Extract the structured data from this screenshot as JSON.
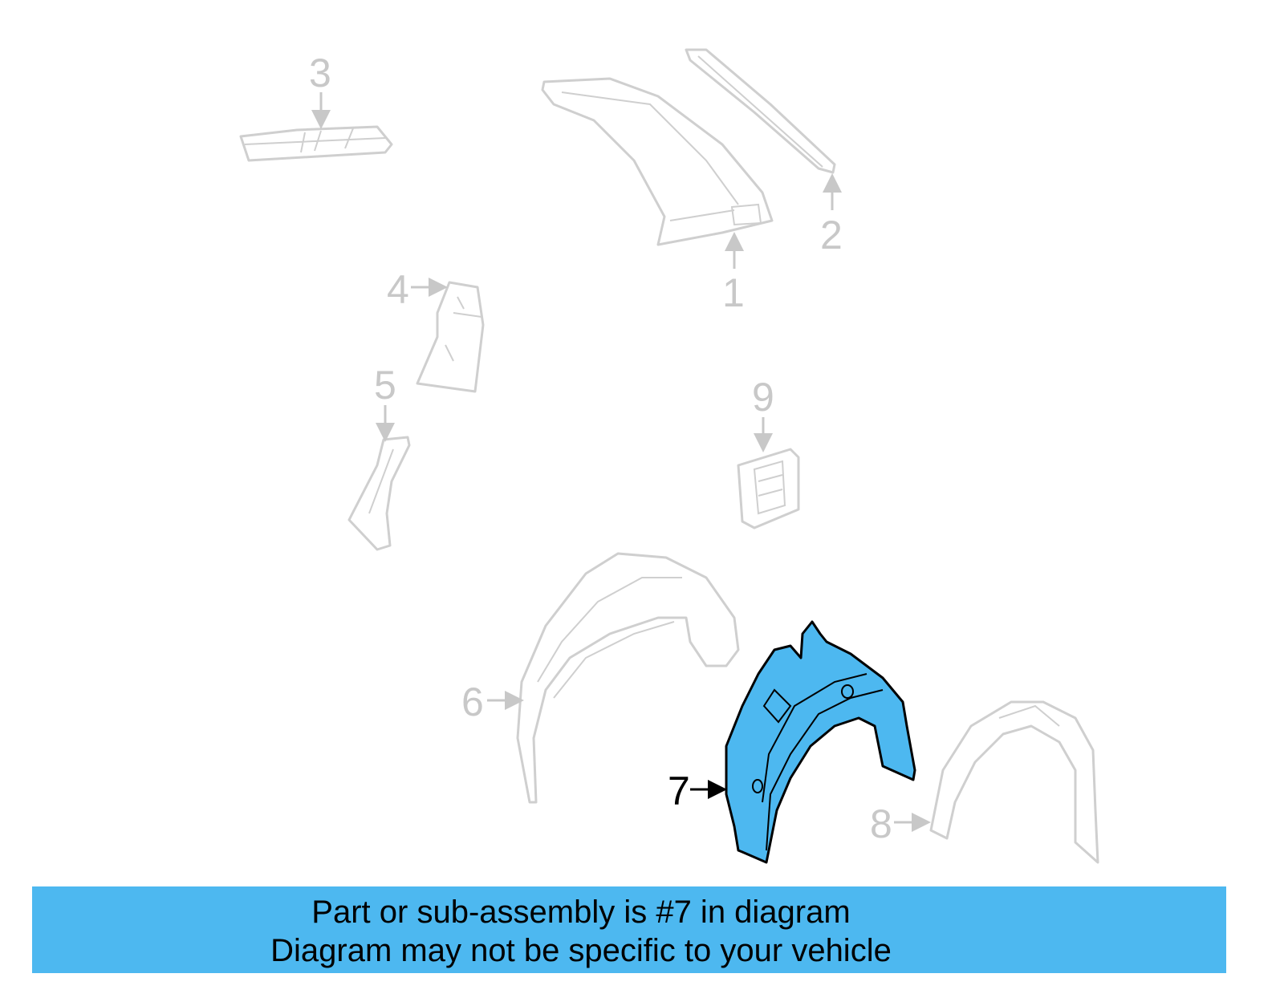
{
  "diagram": {
    "highlight_color": "#4db8f0",
    "highlighted_part": "7",
    "callouts": [
      "1",
      "2",
      "3",
      "4",
      "5",
      "6",
      "7",
      "8",
      "9"
    ]
  },
  "banner": {
    "line1": "Part or sub-assembly is #7 in diagram",
    "line2": "Diagram may not be specific to your vehicle"
  }
}
